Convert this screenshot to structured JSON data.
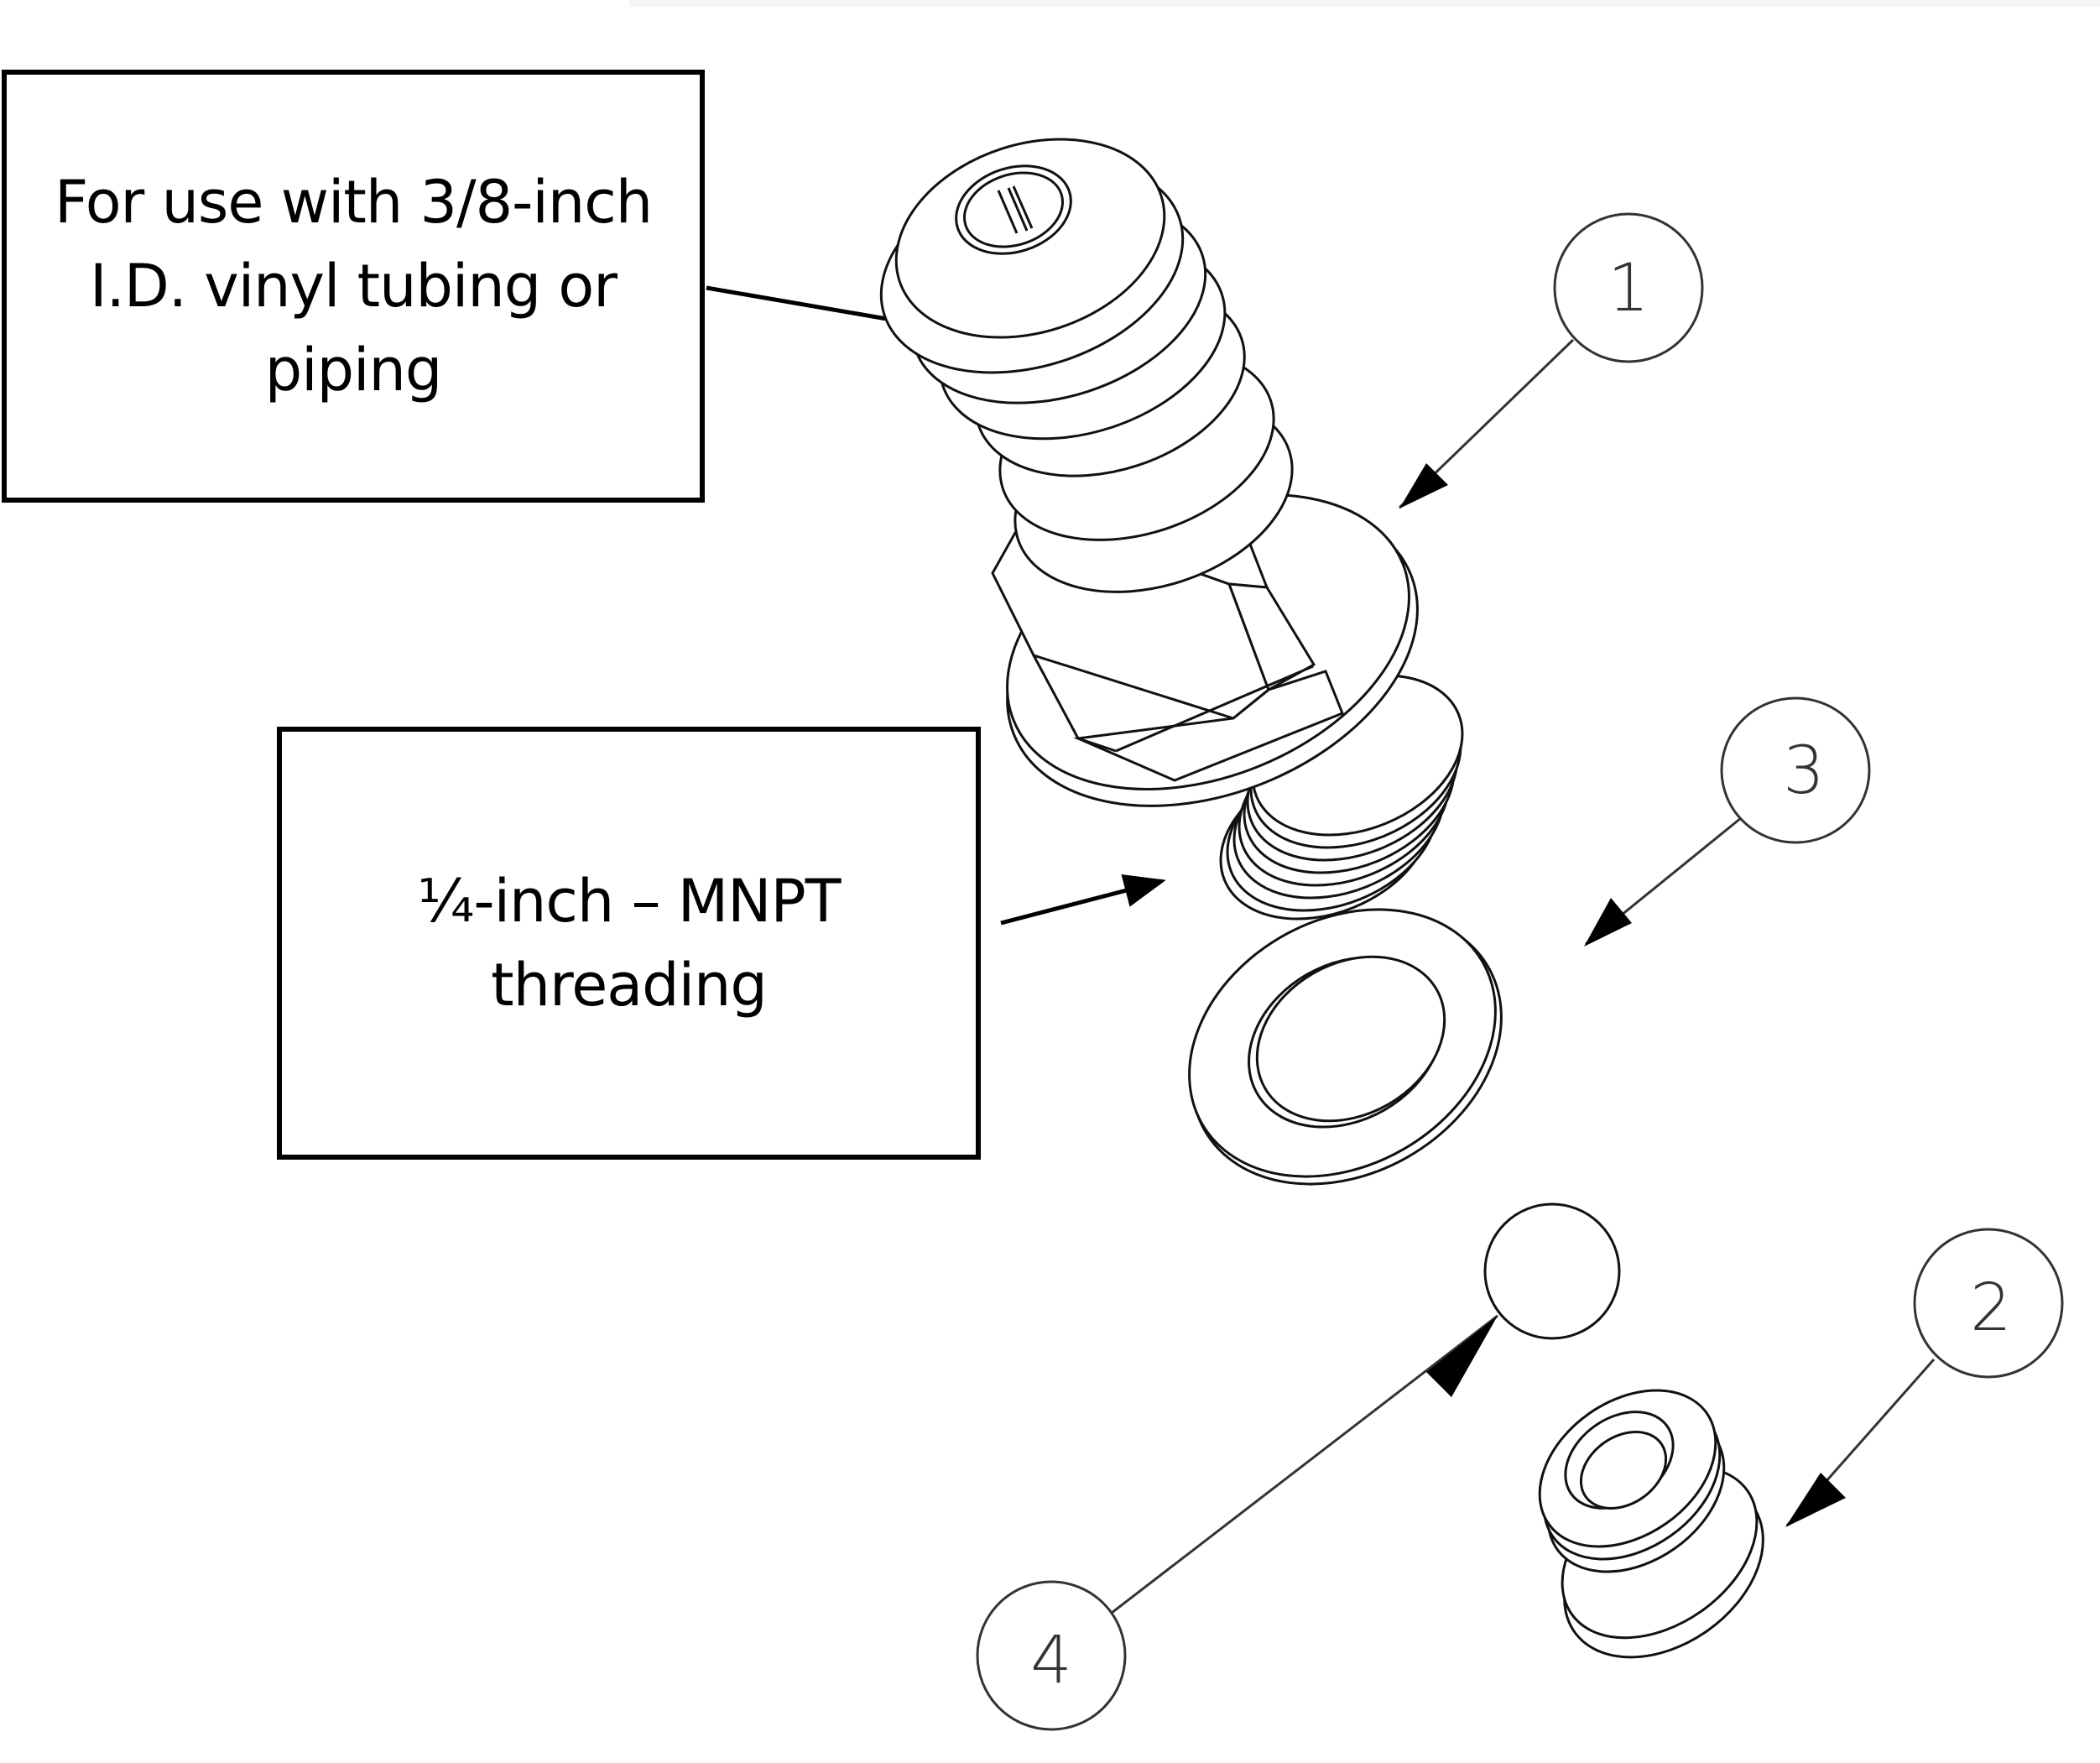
{
  "diagram": {
    "type": "exploded-parts-view",
    "callouts": [
      {
        "id": "hose-barb-note",
        "lines": [
          "For use with 3/8-inch",
          "I.D. vinyl tubing or",
          "piping"
        ]
      },
      {
        "id": "thread-note",
        "lines": [
          "¼-inch – MNPT",
          "threading"
        ]
      }
    ],
    "balloons": [
      {
        "number": "1",
        "part": "hose-barb-fitting"
      },
      {
        "number": "2",
        "part": "seat"
      },
      {
        "number": "3",
        "part": "washer"
      },
      {
        "number": "4",
        "part": "ball"
      }
    ],
    "line_color": "#000000",
    "background_color": "#ffffff"
  }
}
